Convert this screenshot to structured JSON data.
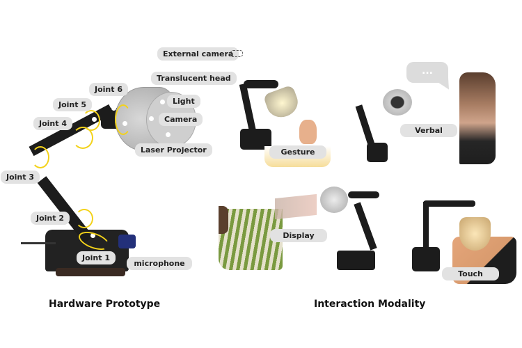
{
  "hardware": {
    "title": "Hardware Prototype",
    "labels": {
      "external_camera": "External camera",
      "translucent_head": "Translucent head",
      "light": "Light",
      "camera": "Camera",
      "laser_projector": "Laser Projector",
      "joint6": "Joint 6",
      "joint5": "Joint 5",
      "joint4": "Joint 4",
      "joint3": "Joint 3",
      "joint2": "Joint 2",
      "joint1": "Joint 1",
      "microphone": "microphone"
    }
  },
  "modality": {
    "title": "Interaction Modality",
    "items": {
      "gesture": "Gesture",
      "verbal": "Verbal",
      "display": "Display",
      "touch": "Touch"
    },
    "speech_bubble": "..."
  },
  "colors": {
    "label_bg": "#e2e2e2",
    "arrow": "#f3d21a",
    "robot": "#1c1c1c"
  }
}
